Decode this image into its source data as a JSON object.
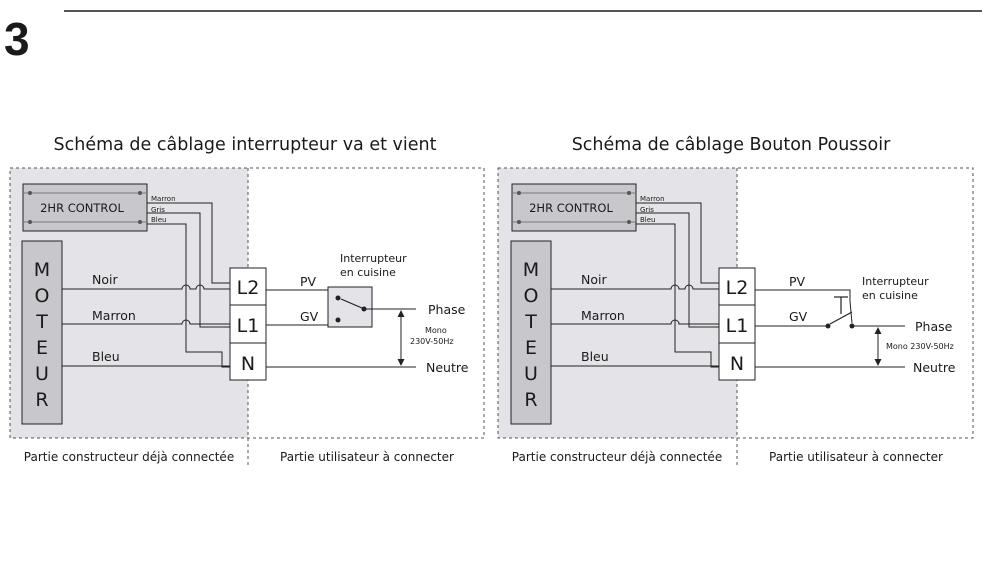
{
  "step_number": "3",
  "diagrams": [
    {
      "title": "Schéma de câblage interrupteur va et vient",
      "control_label": "2HR CONTROL",
      "control_wires": [
        "Marron",
        "Gris",
        "Bleu"
      ],
      "motor_letters": [
        "M",
        "O",
        "T",
        "E",
        "U",
        "R"
      ],
      "motor_wires": [
        "Noir",
        "Marron",
        "Bleu"
      ],
      "terminals": [
        "L2",
        "L1",
        "N"
      ],
      "line_labels": [
        "PV",
        "GV"
      ],
      "switch_label": [
        "Interrupteur",
        "en cuisine"
      ],
      "phase": "Phase",
      "neutral": "Neutre",
      "voltage": [
        "Mono",
        "230V-50Hz"
      ],
      "footer_left": "Partie constructeur déjà connectée",
      "footer_right": "Partie utilisateur à connecter"
    },
    {
      "title": "Schéma de câblage Bouton Poussoir",
      "control_label": "2HR CONTROL",
      "control_wires": [
        "Marron",
        "Gris",
        "Bleu"
      ],
      "motor_letters": [
        "M",
        "O",
        "T",
        "E",
        "U",
        "R"
      ],
      "motor_wires": [
        "Noir",
        "Marron",
        "Bleu"
      ],
      "terminals": [
        "L2",
        "L1",
        "N"
      ],
      "line_labels": [
        "PV",
        "GV"
      ],
      "switch_label": [
        "Interrupteur",
        "en cuisine"
      ],
      "phase": "Phase",
      "neutral": "Neutre",
      "voltage": "Mono 230V-50Hz",
      "footer_left": "Partie constructeur déjà connectée",
      "footer_right": "Partie utilisateur à connecter"
    }
  ]
}
